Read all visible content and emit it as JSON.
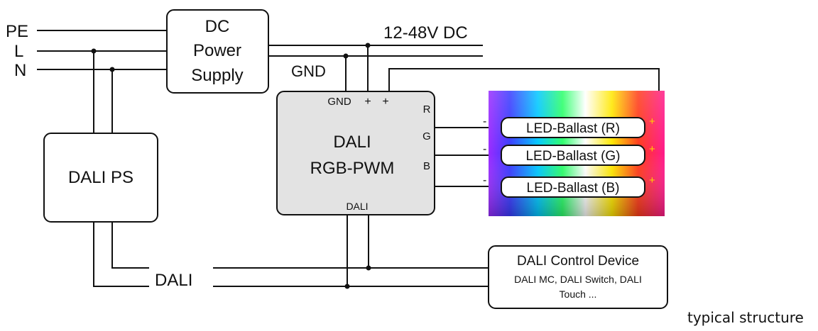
{
  "mains": {
    "pe": "PE",
    "l": "L",
    "n": "N"
  },
  "power_supply": {
    "line1": "DC",
    "line2": "Power",
    "line3": "Supply"
  },
  "voltage_label": "12-48V DC",
  "gnd_label": "GND",
  "dali_ps_label": "DALI PS",
  "controller": {
    "title_line1": "DALI",
    "title_line2": "RGB-PWM",
    "gnd_terminal": "GND",
    "plus_terminal_1": "+",
    "plus_terminal_2": "+",
    "r_terminal": "R",
    "g_terminal": "G",
    "b_terminal": "B",
    "dali_terminal": "DALI"
  },
  "ballasts": [
    {
      "label": "LED-Ballast (R)",
      "minus": "-",
      "plus": "+"
    },
    {
      "label": "LED-Ballast (G)",
      "minus": "-",
      "plus": "+"
    },
    {
      "label": "LED-Ballast (B)",
      "minus": "-",
      "plus": "+"
    }
  ],
  "dali_bus_label": "DALI",
  "control_device": {
    "title": "DALI Control Device",
    "line1": "DALI MC, DALI Switch, DALI",
    "line2": "Touch ..."
  },
  "caption": "typical structure",
  "colors": {
    "line": "#111111",
    "controller_fill": "#e3e3e3",
    "led_accent": "#ffd400"
  }
}
